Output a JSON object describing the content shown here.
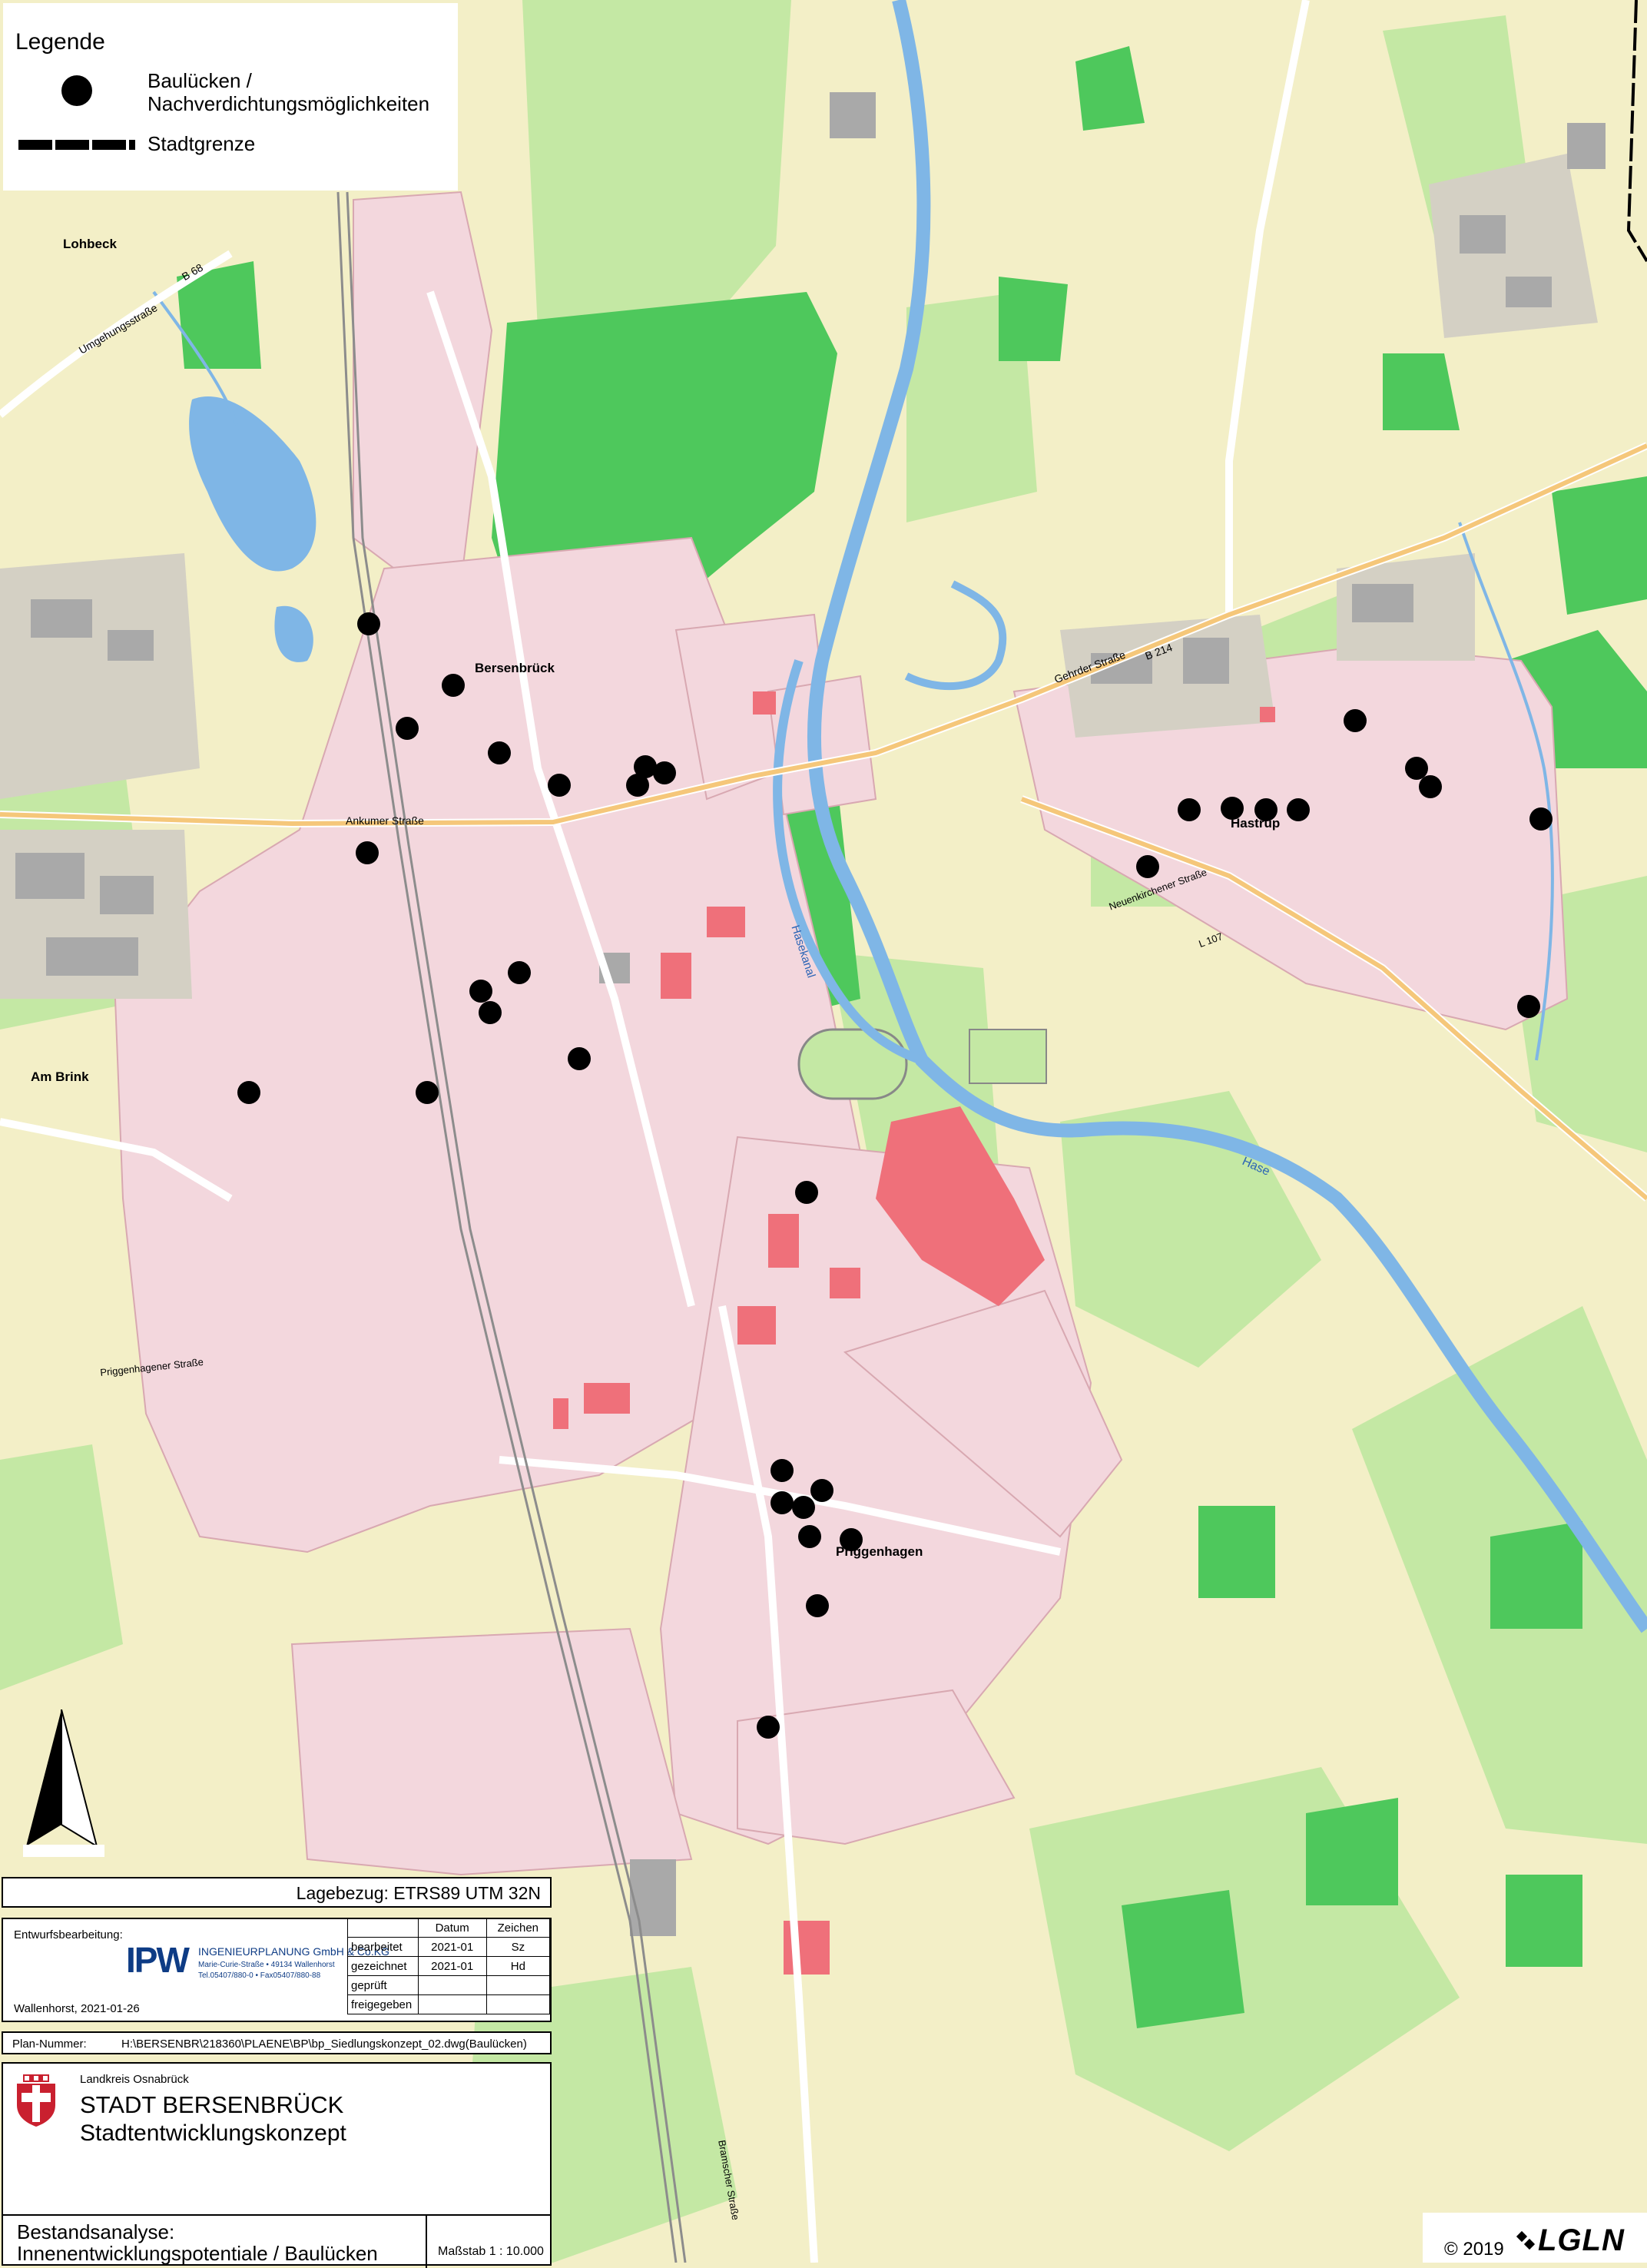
{
  "legend": {
    "title": "Legende",
    "dot_label_line1": "Baulücken /",
    "dot_label_line2": "Nachverdichtungsmöglichkeiten",
    "line_label": "Stadtgrenze"
  },
  "places": {
    "lohbeck": "Lohbeck",
    "am_brink": "Am Brink",
    "bersenbrueck": "Bersenbrück",
    "hastrup": "Hastrup",
    "priggenhagen": "Priggenhagen"
  },
  "rivers": {
    "hase": "Hase",
    "hasekanal": "Hasekanal"
  },
  "roads": {
    "ankumer_strasse": "Ankumer Straße",
    "gehrder_strasse": "Gehrder Straße",
    "b214": "B 214",
    "b68": "B 68",
    "umgehungsstrasse": "Umgehungsstraße",
    "neuenkirchener_strasse": "Neuenkirchener Straße",
    "l107": "L 107",
    "priggenhagener_strasse": "Priggenhagener Straße",
    "bramscher_strasse": "Bramscher Straße"
  },
  "title_block": {
    "lagebezug": "Lagebezug: ETRS89 UTM 32N",
    "entwurf_label": "Entwurfsbearbeitung:",
    "company_mark": "IPW",
    "company_name": "INGENIEURPLANUNG GmbH & Co.KG",
    "company_address": "Marie-Curie-Straße • 49134 Wallenhorst",
    "company_phone": "Tel.05407/880-0 • Fax05407/880-88",
    "place_date": "Wallenhorst, 2021-01-26",
    "table_header": [
      "",
      "Datum",
      "Zeichen"
    ],
    "table_rows": [
      [
        "bearbeitet",
        "2021-01",
        "Sz"
      ],
      [
        "gezeichnet",
        "2021-01",
        "Hd"
      ],
      [
        "geprüft",
        "",
        ""
      ],
      [
        "freigegeben",
        "",
        ""
      ]
    ],
    "plan_nummer_label": "Plan-Nummer:",
    "plan_nummer": "H:\\BERSENBR\\218360\\PLAENE\\BP\\bp_Siedlungskonzept_02.dwg(Baulücken)",
    "landkreis": "Landkreis Osnabrück",
    "city": "STADT BERSENBRÜCK",
    "project": "Stadtentwicklungskonzept",
    "subtitle1": "Bestandsanalyse:",
    "subtitle2": "Innenentwicklungspotentiale / Baulücken",
    "massstab": "Maßstab   1 : 10.000"
  },
  "copyright": {
    "text": "© 2019",
    "logo": "LGLN"
  },
  "icons": {
    "north_arrow": "north-arrow-icon",
    "seal": "coat-of-arms-icon",
    "lgln": "lgln-logo-icon"
  },
  "colors": {
    "background": "#f3efc7",
    "forest": "#4cc85a",
    "meadow": "#bfe79f",
    "settlement": "#f3d6dc",
    "building": "#a9a9a9",
    "public_building": "#ef6f78",
    "water": "#7fb6e6",
    "road": "#ffffff",
    "main_road": "#f5c77a",
    "marker": "#000000"
  }
}
